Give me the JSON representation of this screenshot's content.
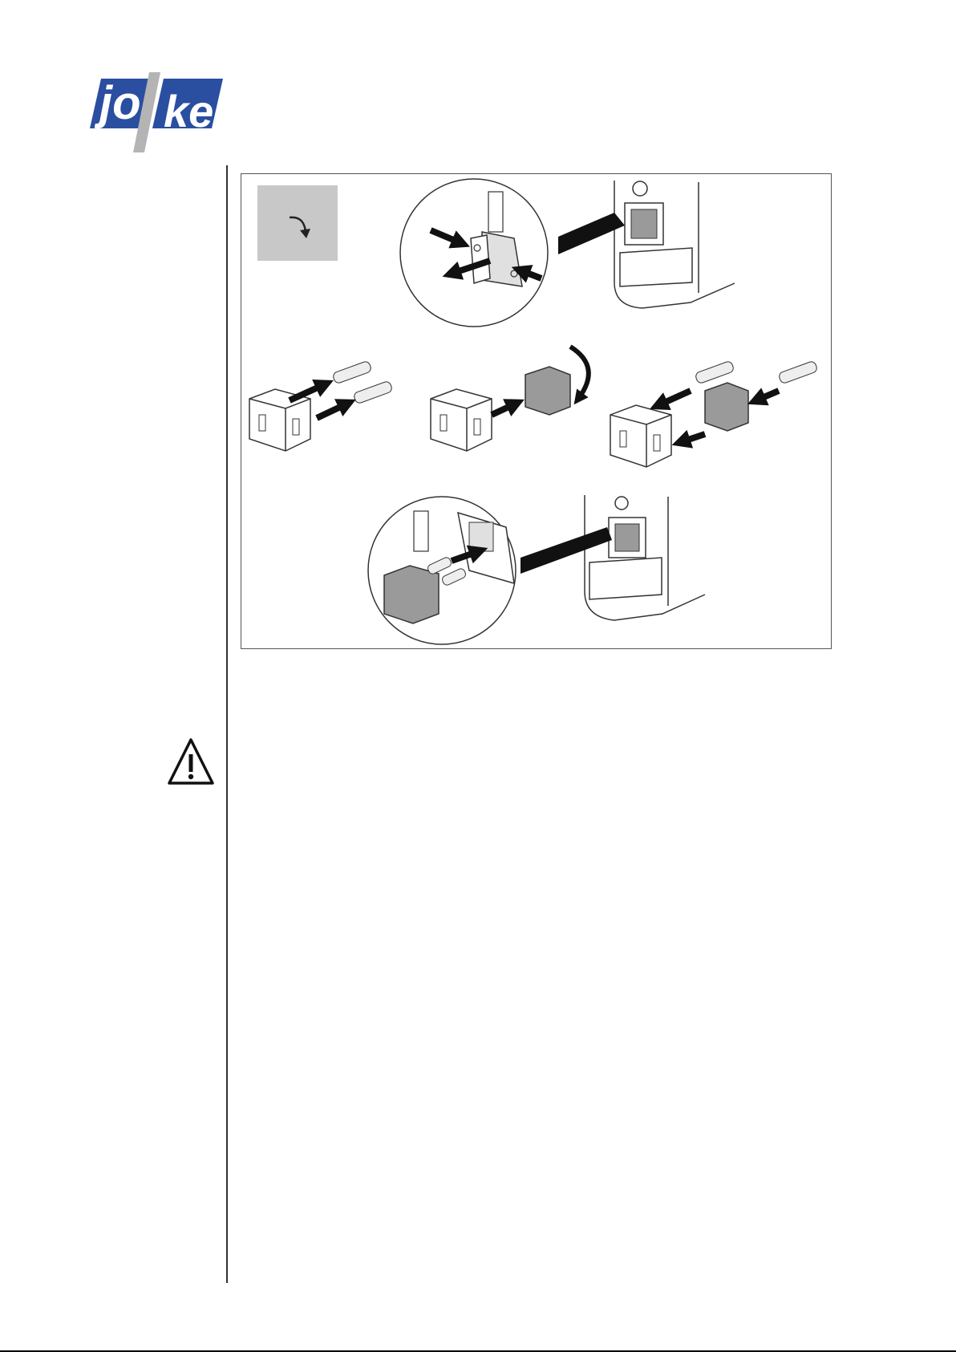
{
  "brand": {
    "logo_text": "jo!ke",
    "logo_primary_color": "#2a4ea0",
    "logo_accent_color": "#b4b4b4"
  },
  "figure": {
    "steps": [
      {
        "name": "open-fuse-drawer"
      },
      {
        "name": "insert-fuses"
      },
      {
        "name": "rotate-holder"
      },
      {
        "name": "insert-fuses-in-holder"
      },
      {
        "name": "reinsert-fuse-drawer"
      }
    ],
    "hint_icon": "rotate-arrow-icon",
    "hint_color": "#c8c8c8"
  },
  "warning": {
    "icon": "warning-triangle-icon"
  }
}
